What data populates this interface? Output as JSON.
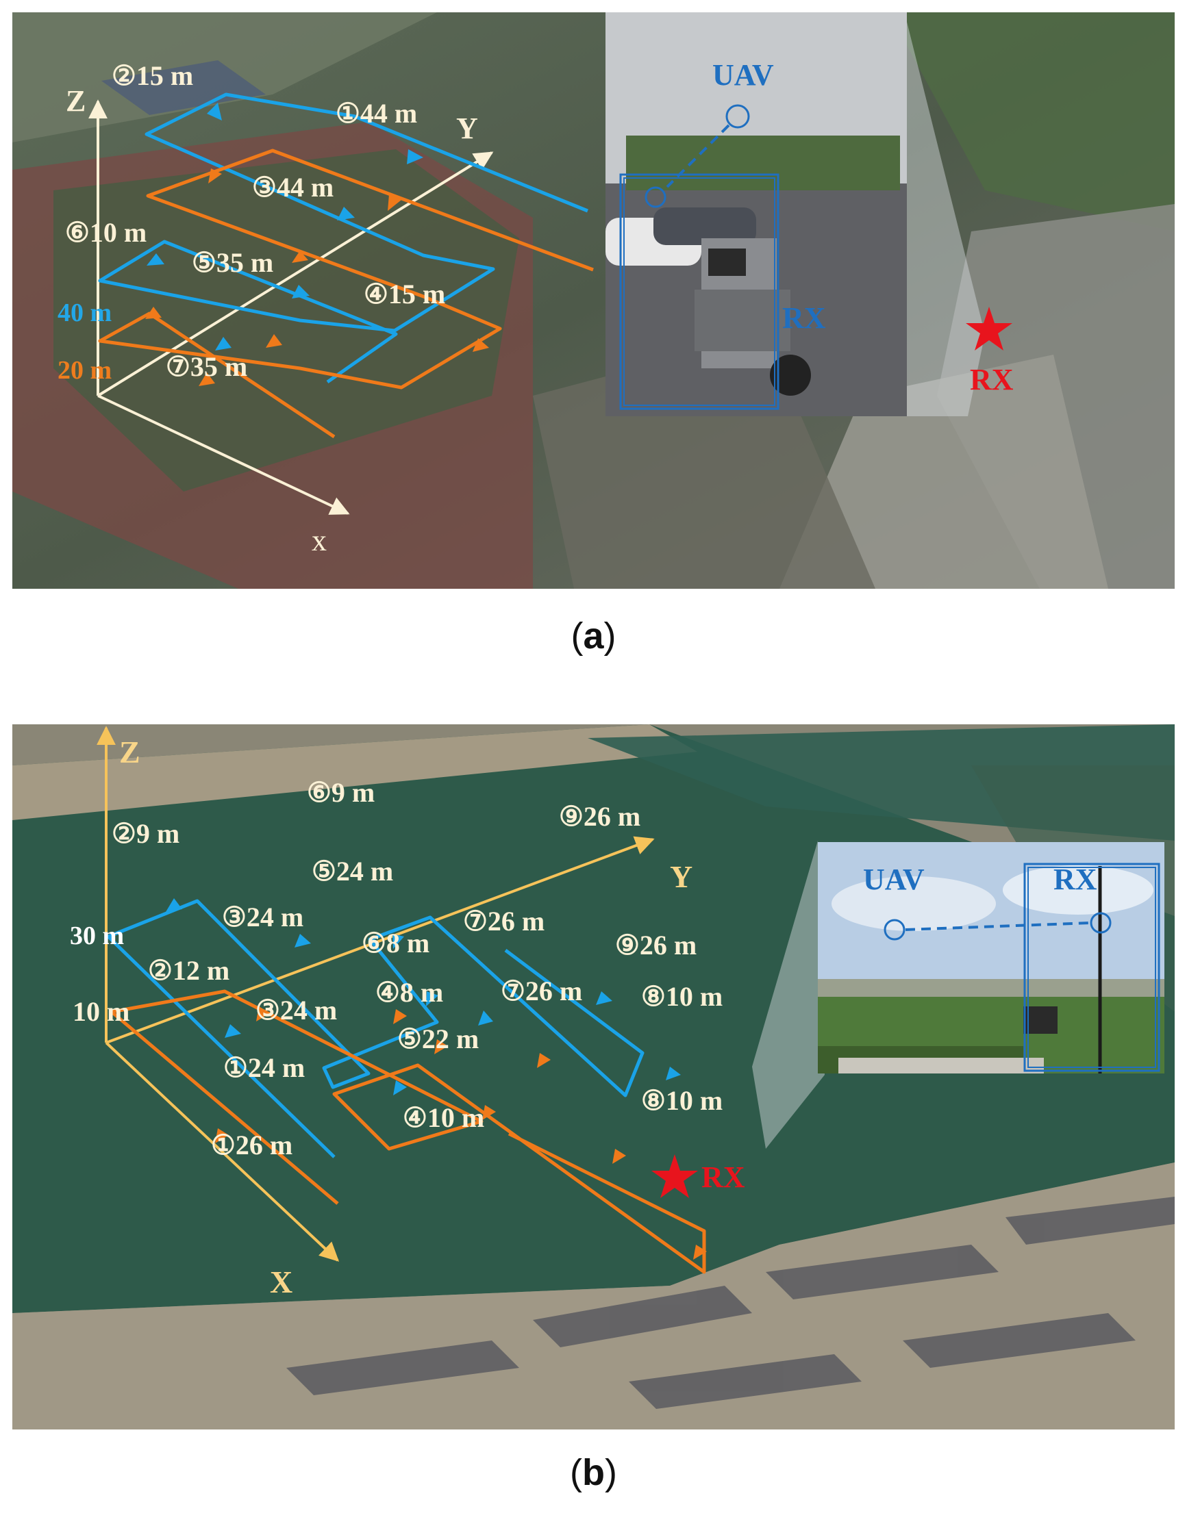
{
  "panel_a": {
    "caption": "a",
    "axes": {
      "x": "x",
      "y": "Y",
      "z": "Z"
    },
    "altitude_labels": {
      "high": "40 m",
      "low": "20 m"
    },
    "segments": {
      "s1": "①44 m",
      "s2": "②15 m",
      "s3": "③44 m",
      "s4": "④15 m",
      "s5": "⑤35 m",
      "s6": "⑥10 m",
      "s7": "⑦35 m"
    },
    "photo": {
      "uav": "UAV",
      "rx": "RX"
    },
    "rx_marker": "RX"
  },
  "panel_b": {
    "caption": "b",
    "axes": {
      "x": "X",
      "y": "Y",
      "z": "Z"
    },
    "altitude_labels": {
      "high": "30 m",
      "low": "10 m"
    },
    "segments": {
      "b_s2": "②9 m",
      "b_s6": "⑥9 m",
      "b_s9": "⑨26 m",
      "b_s5": "⑤24 m",
      "b_s3": "③24 m",
      "b_s7": "⑦26 m",
      "b_s6o": "⑥8 m",
      "b_s9o": "⑨26 m",
      "b_s2o": "②12 m",
      "b_s4": "④8 m",
      "b_s3o": "③24 m",
      "b_s7o": "⑦26 m",
      "b_s8": "⑧10 m",
      "b_s5o": "⑤22 m",
      "b_s1": "①24 m",
      "b_s4o": "④10 m",
      "b_s8o": "⑧10 m",
      "b_s1o": "①26 m"
    },
    "photo": {
      "uav": "UAV",
      "rx": "RX"
    },
    "rx_marker": "RX"
  },
  "colors": {
    "route_high": "#1aa3e8",
    "route_low": "#f07a1a",
    "axis_a": "#fbf1d6",
    "axis_b": "#f6c35a",
    "rx_star": "#e8141d",
    "photo_frame": "#1f6fc0"
  }
}
